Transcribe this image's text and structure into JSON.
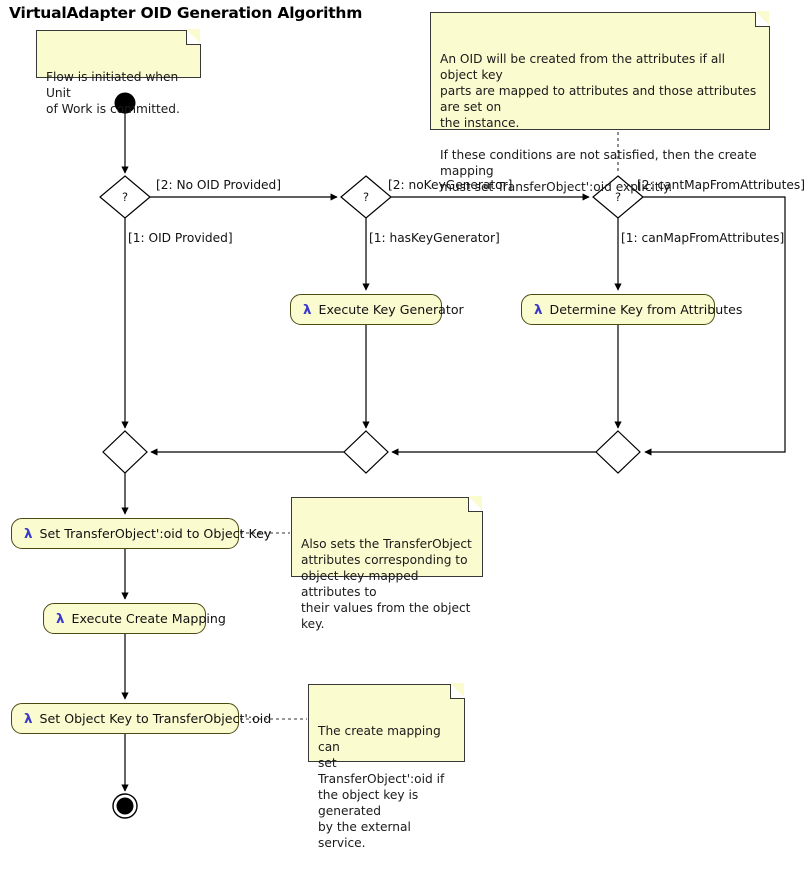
{
  "title": "VirtualAdapter OID Generation Algorithm",
  "theme": {
    "note_fill": "#FBFBD0",
    "note_border": "#383838",
    "action_fill": "#FBFBD0",
    "action_border": "#4A4A12",
    "lambda_color": "#3A39CC",
    "line_color": "#000000",
    "background": "#FFFFFF"
  },
  "notes": [
    {
      "id": "note-start",
      "text": "Flow is initiated when Unit\nof Work is committed."
    },
    {
      "id": "note-oid-attributes",
      "text": "An OID will be created from the attributes if all object key\nparts are mapped to attributes and those attributes are set on\nthe instance.\n\nIf these conditions are not satisfied, then the create mapping\nmust set TransferObject':oid explicitly."
    },
    {
      "id": "note-set-oid",
      "text": "Also sets the TransferObject\nattributes corresponding to\nobject-key-mapped attributes to\ntheir values from the object key."
    },
    {
      "id": "note-create-mapping",
      "text": "The create mapping can\nset TransferObject':oid if\nthe object key is generated\nby the external service."
    }
  ],
  "nodes": {
    "start": {
      "type": "initial-node",
      "label": "Start"
    },
    "end": {
      "type": "final-node",
      "label": "End"
    },
    "decision_1": {
      "glyph": "?",
      "label": "OID provided decision"
    },
    "decision_2": {
      "glyph": "?",
      "label": "Key generator decision"
    },
    "decision_3": {
      "glyph": "?",
      "label": "Map from attributes decision"
    },
    "merge_1": {
      "label": "Merge left"
    },
    "merge_2": {
      "label": "Merge middle"
    },
    "merge_3": {
      "label": "Merge right"
    }
  },
  "actions": [
    {
      "id": "execute-key-generator",
      "lambda": "λ",
      "label": "Execute Key Generator"
    },
    {
      "id": "determine-key-from-attributes",
      "lambda": "λ",
      "label": "Determine Key from Attributes"
    },
    {
      "id": "set-transferobject-oid-to-object-key",
      "lambda": "λ",
      "label": "Set TransferObject':oid to Object Key"
    },
    {
      "id": "execute-create-mapping",
      "lambda": "λ",
      "label": "Execute Create Mapping"
    },
    {
      "id": "set-object-key-to-transferobject-oid",
      "lambda": "λ",
      "label": "Set Object Key to TransferObject':oid"
    }
  ],
  "edge_labels": [
    {
      "id": "edge-no-oid-provided",
      "text": "[2: No OID Provided]"
    },
    {
      "id": "edge-oid-provided",
      "text": "[1: OID Provided]"
    },
    {
      "id": "edge-nokeygenerator",
      "text": "[2: noKeyGenerator]"
    },
    {
      "id": "edge-haskeygenerator",
      "text": "[1: hasKeyGenerator]"
    },
    {
      "id": "edge-cantmapfromattributes",
      "text": "[2: cantMapFromAttributes]"
    },
    {
      "id": "edge-canmapfromattributes",
      "text": "[1: canMapFromAttributes]"
    }
  ]
}
